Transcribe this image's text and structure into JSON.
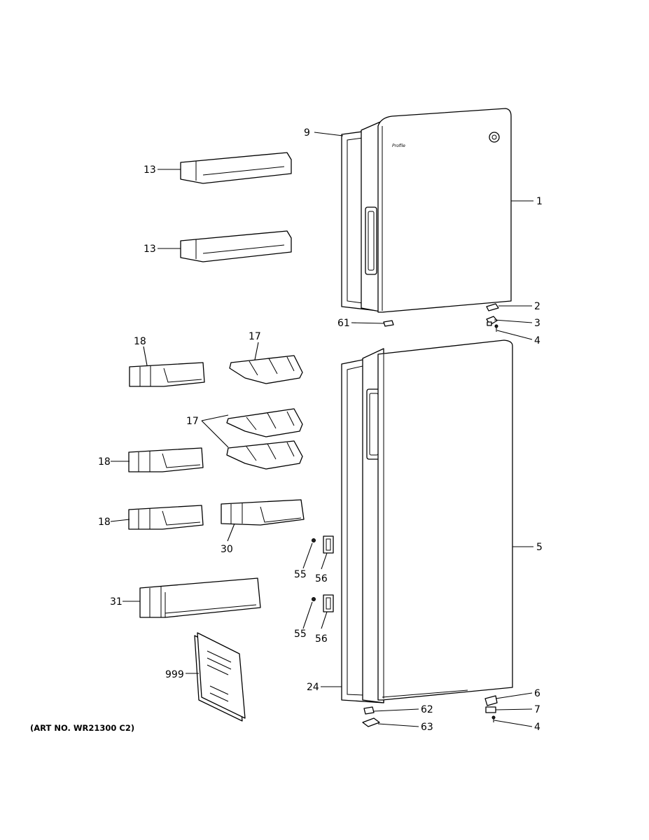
{
  "diagram": {
    "art_number": "(ART NO. WR21300 C2)",
    "door_badge_text": "Profile",
    "callouts": {
      "c1": "1",
      "c2": "2",
      "c3": "3",
      "c4a": "4",
      "c5": "5",
      "c6": "6",
      "c7": "7",
      "c4b": "4",
      "c9": "9",
      "c13a": "13",
      "c13b": "13",
      "c17a": "17",
      "c17b": "17",
      "c18a": "18",
      "c18b": "18",
      "c18c": "18",
      "c24": "24",
      "c30": "30",
      "c31": "31",
      "c55a": "55",
      "c55b": "55",
      "c56a": "56",
      "c56b": "56",
      "c61": "61",
      "c62": "62",
      "c63": "63",
      "c999": "999"
    }
  }
}
